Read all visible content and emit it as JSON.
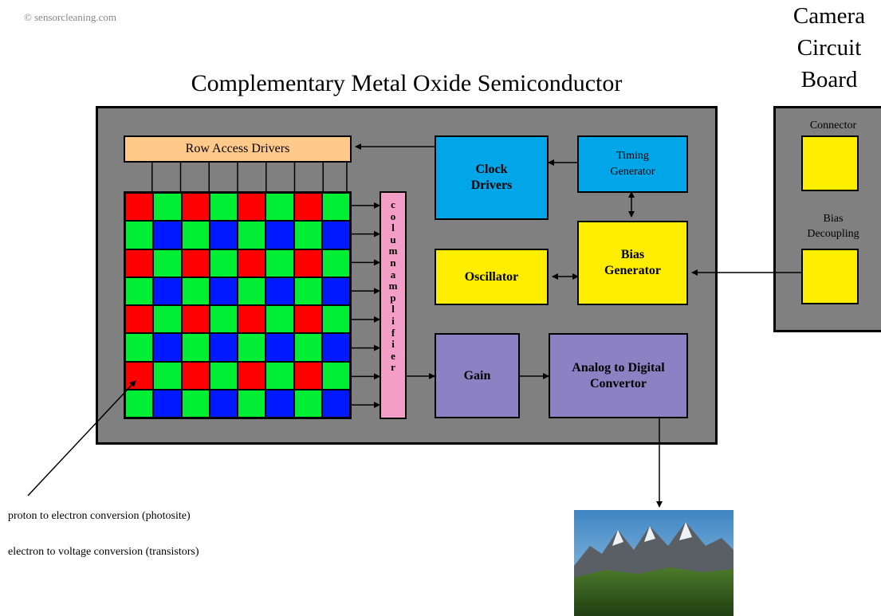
{
  "copyright": "© sensorcleaning.com",
  "title": "Complementary Metal Oxide Semiconductor",
  "camera_board": {
    "title_lines": [
      "Camera",
      "Circuit",
      "Board"
    ],
    "connector_label": "Connector",
    "bias_decoupling_label": [
      "Bias",
      "Decoupling"
    ]
  },
  "blocks": {
    "row_access_drivers": "Row Access Drivers",
    "clock_drivers": [
      "Clock",
      "Drivers"
    ],
    "timing_generator": [
      "Timing",
      "Generator"
    ],
    "bias_generator": [
      "Bias",
      "Generator"
    ],
    "oscillator": "Oscillator",
    "column_amplifier": "column amplifier",
    "gain": "Gain",
    "adc": [
      "Analog to Digital",
      "Convertor"
    ]
  },
  "pixel_array": {
    "rows": [
      [
        "R",
        "G",
        "R",
        "G",
        "R",
        "G",
        "R",
        "G"
      ],
      [
        "G",
        "B",
        "G",
        "B",
        "G",
        "B",
        "G",
        "B"
      ],
      [
        "R",
        "G",
        "R",
        "G",
        "R",
        "G",
        "R",
        "G"
      ],
      [
        "G",
        "B",
        "G",
        "B",
        "G",
        "B",
        "G",
        "B"
      ],
      [
        "R",
        "G",
        "R",
        "G",
        "R",
        "G",
        "R",
        "G"
      ],
      [
        "G",
        "B",
        "G",
        "B",
        "G",
        "B",
        "G",
        "B"
      ],
      [
        "R",
        "G",
        "R",
        "G",
        "R",
        "G",
        "R",
        "G"
      ],
      [
        "G",
        "B",
        "G",
        "B",
        "G",
        "B",
        "G",
        "B"
      ]
    ],
    "colors": {
      "R": "#ff0000",
      "G": "#00ee33",
      "B": "#0019ff"
    }
  },
  "annotations": {
    "photosite": "proton to electron conversion (photosite)",
    "transistors": "electron to voltage conversion (transistors)"
  },
  "colors": {
    "chip_bg": "#808080",
    "blue_block": "#00a6e8",
    "yellow_block": "#ffee00",
    "purple_block": "#8c81c2",
    "row_drivers": "#ffc98a",
    "column_amp": "#f39ec6"
  }
}
